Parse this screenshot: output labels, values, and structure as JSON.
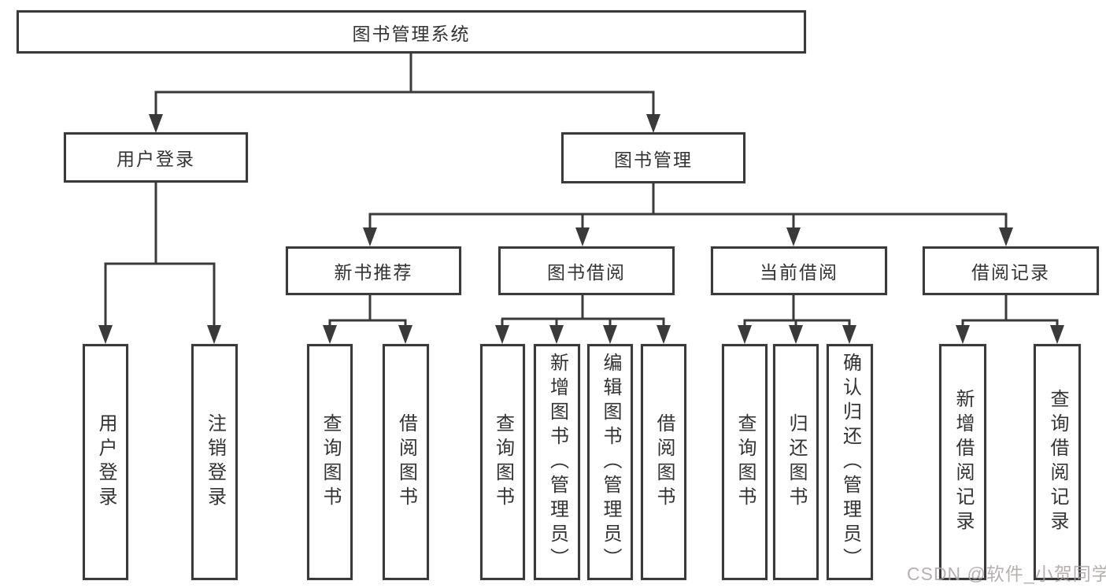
{
  "tree": {
    "root": {
      "label": "图书管理系统"
    },
    "branches": [
      {
        "label": "用户登录",
        "children": [
          {
            "label": "用户登录"
          },
          {
            "label": "注销登录"
          }
        ]
      },
      {
        "label": "图书管理",
        "groups": [
          {
            "label": "新书推荐",
            "children": [
              {
                "label": "查询图书"
              },
              {
                "label": "借阅图书"
              }
            ]
          },
          {
            "label": "图书借阅",
            "children": [
              {
                "label": "查询图书"
              },
              {
                "label": "新增图书（管理员）"
              },
              {
                "label": "编辑图书（管理员）"
              },
              {
                "label": "借阅图书"
              }
            ]
          },
          {
            "label": "当前借阅",
            "children": [
              {
                "label": "查询图书"
              },
              {
                "label": "归还图书"
              },
              {
                "label": "确认归还（管理员）"
              }
            ]
          },
          {
            "label": "借阅记录",
            "children": [
              {
                "label": "新增借阅记录"
              },
              {
                "label": "查询借阅记录"
              }
            ]
          }
        ]
      }
    ]
  },
  "watermark": {
    "text": "CSDN @软件_小贺同学"
  },
  "colors": {
    "line": "#3a3a3a",
    "text": "#333333",
    "background": "#ffffff",
    "watermark": "#aca2a2"
  }
}
